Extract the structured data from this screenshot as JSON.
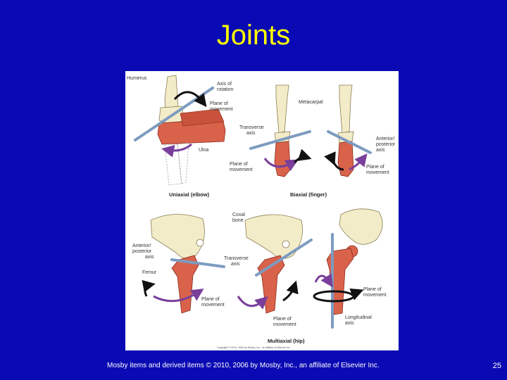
{
  "slide": {
    "title": "Joints",
    "footer": "Mosby items and derived items © 2010, 2006 by Mosby, Inc., an affiliate of Elsevier Inc.",
    "page_number": "25"
  },
  "figure": {
    "panels": {
      "uniaxial": {
        "caption": "Uniaxial (elbow)",
        "labels": {
          "humerus": "Humerus",
          "axis_of_rotation_1": "Axis of",
          "axis_of_rotation_2": "rotation",
          "plane_1": "Plane of",
          "plane_2": "movement",
          "ulna": "Ulna"
        }
      },
      "biaxial": {
        "caption": "Biaxial (finger)",
        "labels": {
          "metacarpal": "Metacarpal",
          "transverse_1": "Transverse",
          "transverse_2": "axis",
          "plane_left_1": "Plane of",
          "plane_left_2": "movement",
          "ap_1": "Anterior/",
          "ap_2": "posterior",
          "ap_3": "axis",
          "plane_right_1": "Plane of",
          "plane_right_2": "movement"
        }
      },
      "multiaxial": {
        "caption": "Multiaxial (hip)",
        "labels": {
          "coxal_1": "Coxal",
          "coxal_2": "bone",
          "ap_1": "Anterior/",
          "ap_2": "posterior",
          "ap_3": "axis",
          "femur": "Femur",
          "transverse_1": "Transverse",
          "transverse_2": "axis",
          "plane_a_1": "Plane of",
          "plane_a_2": "movement",
          "plane_b_1": "Plane of",
          "plane_b_2": "movement",
          "plane_c_1": "Plane of",
          "plane_c_2": "movement",
          "longitudinal_1": "Longitudinal",
          "longitudinal_2": "axis"
        }
      }
    },
    "copyright": "Copyright © 2010, 2006 by Mosby, Inc., an affiliate of Elsevier Inc.",
    "colors": {
      "bone": "#f3ecc9",
      "muscle": "#d9624a",
      "axis": "#7d9bc0",
      "arrow_purple": "#7a3f9a",
      "arrow_black": "#111111",
      "background": "#0a0ab4",
      "title": "#ffff00"
    }
  }
}
